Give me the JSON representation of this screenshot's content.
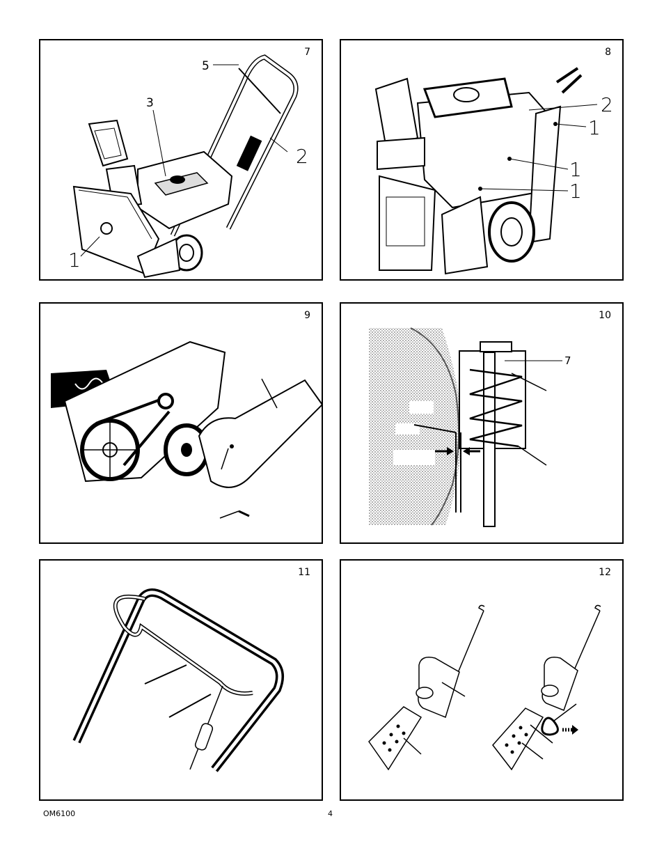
{
  "figures": [
    {
      "number": "7",
      "callouts": [
        "5",
        "3",
        "2",
        "1"
      ]
    },
    {
      "number": "8",
      "callouts": [
        "2",
        "1",
        "1",
        "1"
      ]
    },
    {
      "number": "9",
      "callouts": []
    },
    {
      "number": "10",
      "callouts": [
        "7"
      ]
    },
    {
      "number": "11",
      "callouts": []
    },
    {
      "number": "12",
      "callouts": []
    }
  ],
  "footer": {
    "doc_code": "OM6100",
    "page_number": "4"
  }
}
